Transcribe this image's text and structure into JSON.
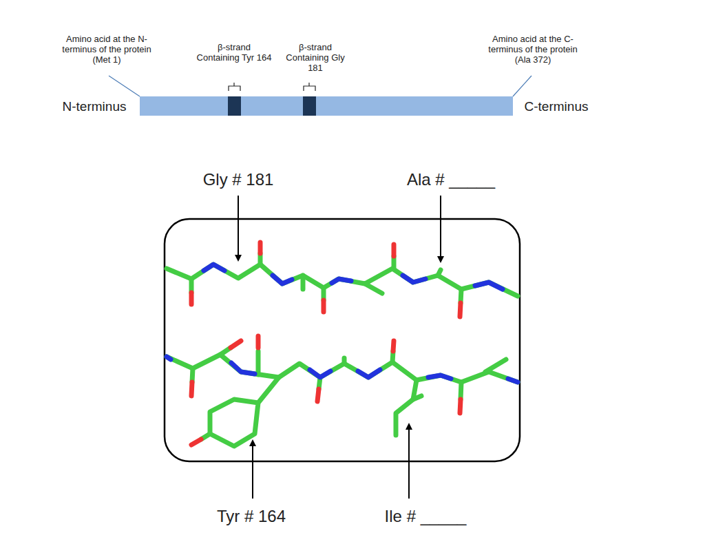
{
  "diagram": {
    "labels": [
      "Amino acid at the N-terminus of the protein (Met 1)",
      "β-strand Containing Tyr 164",
      "β-strand Containing Gly 181",
      "Amino acid at the C-terminus of the protein (Ala 372)",
      "N-terminus",
      "C-terminus",
      "Gly # 181",
      "Ala # _____",
      "Tyr # 164",
      "Ile # _____"
    ]
  }
}
